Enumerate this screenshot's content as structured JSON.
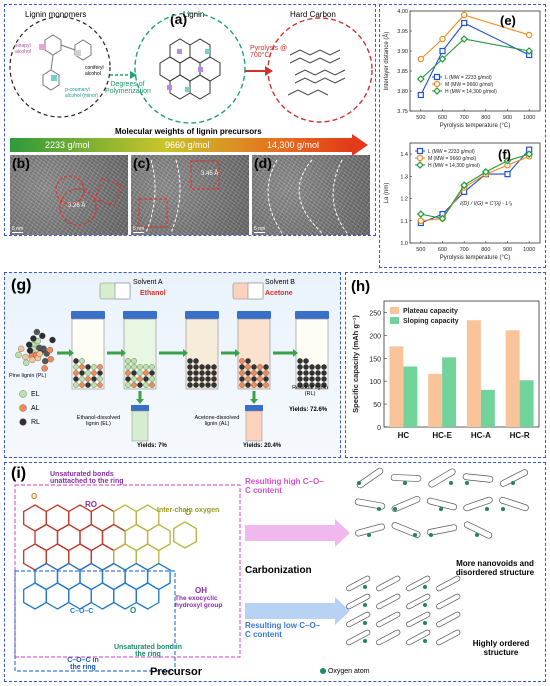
{
  "panel_a": {
    "label": "(a)",
    "monomers_title": "Lignin monomers",
    "lignin_title": "Lignin",
    "hardcarbon_title": "Hard Carbon",
    "sinapyl": "sinapyl alcohol",
    "coniferyl": "coniferyl alcohol",
    "coumaryl": "p-coumaryl alcohol (minor)",
    "degrees": "Degrees of Polymerization",
    "pyrolysis": "Pyrolysis @ 700°C",
    "mw_title": "Molecular weights of lignin precursors",
    "mw_values": [
      "2233 g/mol",
      "9660 g/mol",
      "14,300 g/mol"
    ]
  },
  "panel_b": {
    "label": "(b)",
    "annotation": "3.26 Å",
    "scale": "5 nm"
  },
  "panel_c": {
    "label": "(c)",
    "annotation": "3.45 Å",
    "scale": "5 nm"
  },
  "panel_d": {
    "label": "(d)",
    "scale": "5 nm"
  },
  "panel_e": {
    "label": "(e)",
    "chart_data": {
      "type": "line",
      "x": [
        500,
        600,
        700,
        1000
      ],
      "xlabel": "Pyrolysis temperature (°C)",
      "ylabel": "Interlayer distance (Å)",
      "ylim": [
        3.75,
        4.0
      ],
      "yticks": [
        "3.75",
        "3.80",
        "3.85",
        "3.90",
        "3.95",
        "4.00"
      ],
      "xticks": [
        "500",
        "600",
        "700",
        "800",
        "900",
        "1000"
      ],
      "series": [
        {
          "name": "L (MW = 2233 g/mol)",
          "values": [
            3.79,
            3.9,
            3.97,
            3.89
          ],
          "color": "#1f4fd6",
          "marker": "square"
        },
        {
          "name": "M (MW = 9660 g/mol)",
          "values": [
            3.88,
            3.93,
            3.99,
            3.94
          ],
          "color": "#f28a1c",
          "marker": "circle"
        },
        {
          "name": "H (MW = 14,300 g/mol)",
          "values": [
            3.83,
            3.88,
            3.93,
            3.9
          ],
          "color": "#1f9a35",
          "marker": "diamond"
        }
      ]
    }
  },
  "panel_f": {
    "label": "(f)",
    "formula": "I(D) / I(G) = C'(λ) ∙ L²ₐ",
    "chart_data": {
      "type": "line",
      "x": [
        500,
        600,
        700,
        800,
        900,
        1000
      ],
      "xlabel": "Pyrolysis temperature (°C)",
      "ylabel": "La (nm)",
      "ylim": [
        1.0,
        1.45
      ],
      "yticks": [
        "1.0",
        "1.1",
        "1.2",
        "1.3",
        "1.4"
      ],
      "xticks": [
        "500",
        "600",
        "700",
        "800",
        "900",
        "1000"
      ],
      "series": [
        {
          "name": "L (MW = 2233 g/mol)",
          "values": [
            1.09,
            1.13,
            1.23,
            1.31,
            1.31,
            1.42
          ],
          "color": "#1f4fd6",
          "marker": "square"
        },
        {
          "name": "M (MW = 9660 g/mol)",
          "values": [
            1.1,
            1.11,
            1.25,
            1.31,
            1.35,
            1.39
          ],
          "color": "#f28a1c",
          "marker": "circle"
        },
        {
          "name": "H (MW = 14,300 g/mol)",
          "values": [
            1.13,
            1.11,
            1.26,
            1.32,
            1.37,
            1.4
          ],
          "color": "#1f9a35",
          "marker": "diamond"
        }
      ]
    }
  },
  "panel_g": {
    "label": "(g)",
    "solvent_a": "Solvent A",
    "solvent_a_name": "Ethanol",
    "solvent_b": "Solvent B",
    "solvent_b_name": "Acetone",
    "pine": "Pine lignin (PL)",
    "legend": [
      "EL",
      "AL",
      "RL"
    ],
    "ethanol_dissolved": "Ethanol-dissolved lignin (EL)",
    "acetone_dissolved": "Acetone-dissolved lignin (AL)",
    "residual": "Residual lignin (RL)",
    "yield_el": "Yields: 7%",
    "yield_al": "Yields: 20.4%",
    "yield_rl": "Yields: 72.6%"
  },
  "panel_h": {
    "label": "(h)",
    "chart_data": {
      "type": "bar",
      "categories": [
        "HC",
        "HC-E",
        "HC-A",
        "HC-R"
      ],
      "ylabel": "Specific capacity (mAh g⁻¹)",
      "ylim": [
        0,
        275
      ],
      "yticks": [
        "0",
        "50",
        "100",
        "150",
        "200",
        "250"
      ],
      "series": [
        {
          "name": "Plateau capacity",
          "values": [
            176,
            116,
            233,
            211
          ],
          "color": "#f9c49a"
        },
        {
          "name": "Sloping capacity",
          "values": [
            132,
            152,
            81,
            102
          ],
          "color": "#6fd39a"
        }
      ]
    }
  },
  "panel_i": {
    "label": "(i)",
    "unsat_unattached": "Unsaturated bonds unattached to the ring",
    "inter_chain": "Inter-chain oxygen",
    "exocyclic": "The exocyclic hydroxyl group",
    "coc_ring": "C–O–C in the ring",
    "unsat_ring": "Unsaturated bond in the ring",
    "precursor": "Precursor",
    "high_coc": "Resulting high C–O–C content",
    "low_coc": "Resulting low C–O–C content",
    "carbonization": "Carbonization",
    "disordered": "More nanovoids and disordered structure",
    "ordered": "Highly ordered structure",
    "oxygen_atom": "Oxygen atom",
    "atom_ro": "RO",
    "atom_o": "O",
    "atom_oh": "OH",
    "coc_short": "C–O–C"
  }
}
